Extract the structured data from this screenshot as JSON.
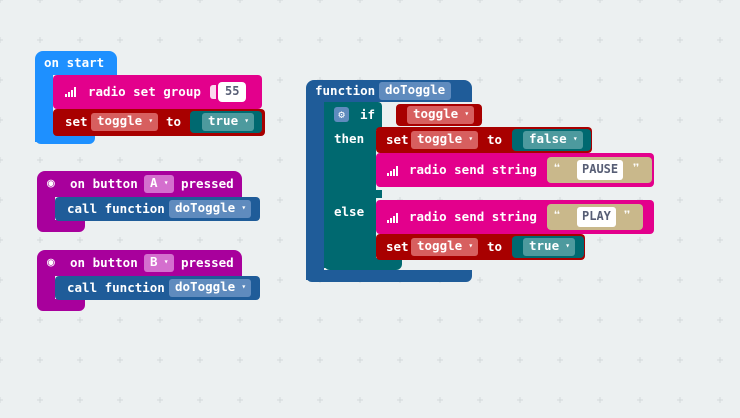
{
  "colors": {
    "workspace": "#ecf0f1",
    "basic": "#1e90ff",
    "radio": "#e3008c",
    "variables": "#a80000",
    "logic": "#006970",
    "functions": "#1f5c99",
    "input": "#a8009c",
    "text": "#c9b88b"
  },
  "on_start": {
    "hat_label": "on start",
    "radio_label": "radio set group",
    "group_value": "55",
    "set_label": "set",
    "variable": "toggle",
    "to_label": "to",
    "value": "true"
  },
  "button_a": {
    "on_label": "on button",
    "button": "A",
    "pressed_label": "pressed",
    "call_label": "call function",
    "function_name": "doToggle"
  },
  "button_b": {
    "on_label": "on button",
    "button": "B",
    "pressed_label": "pressed",
    "call_label": "call function",
    "function_name": "doToggle"
  },
  "function_def": {
    "label": "function",
    "name": "doToggle",
    "if_label": "if",
    "condition": "toggle",
    "then_label": "then",
    "else_label": "else",
    "then_set_label": "set",
    "then_variable": "toggle",
    "then_to_label": "to",
    "then_value": "false",
    "then_send_label": "radio send string",
    "then_string": "PAUSE",
    "else_send_label": "radio send string",
    "else_string": "PLAY",
    "else_set_label": "set",
    "else_variable": "toggle",
    "else_to_label": "to",
    "else_value": "true"
  },
  "glyphs": {
    "dropdown": "▾",
    "open_quote": "❝",
    "close_quote": "❞",
    "gear": "⚙",
    "target": "◉"
  }
}
